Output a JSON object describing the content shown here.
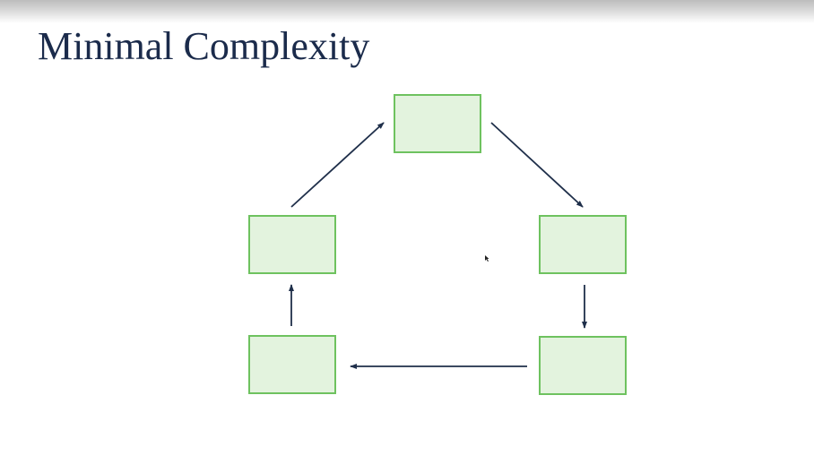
{
  "slide": {
    "title": "Minimal Complexity"
  },
  "diagram": {
    "nodes": [
      {
        "id": "top",
        "label": ""
      },
      {
        "id": "right-upper",
        "label": ""
      },
      {
        "id": "right-lower",
        "label": ""
      },
      {
        "id": "left-lower",
        "label": ""
      },
      {
        "id": "left-upper",
        "label": ""
      }
    ],
    "edges": [
      {
        "from": "top",
        "to": "right-upper"
      },
      {
        "from": "right-upper",
        "to": "right-lower"
      },
      {
        "from": "right-lower",
        "to": "left-lower"
      },
      {
        "from": "left-lower",
        "to": "left-upper"
      },
      {
        "from": "left-upper",
        "to": "top"
      }
    ],
    "colors": {
      "node_fill": "#e3f3de",
      "node_border": "#6ec25f",
      "arrow": "#1f2f4a",
      "title": "#1b2b4b"
    }
  }
}
